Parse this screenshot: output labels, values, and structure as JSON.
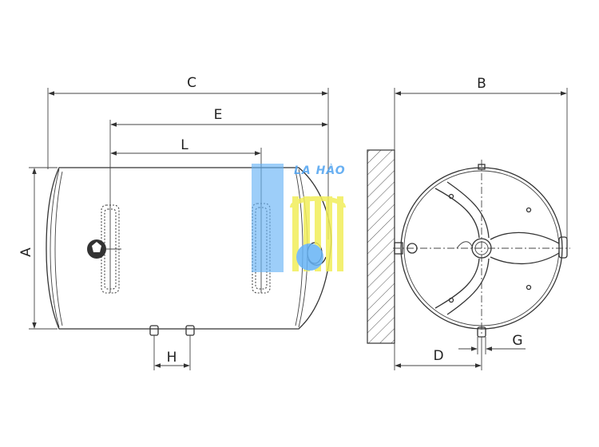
{
  "dimensions": {
    "A": "A",
    "B": "B",
    "C": "C",
    "D": "D",
    "E": "E",
    "G": "G",
    "H": "H",
    "L": "L"
  },
  "watermark": {
    "text": "LA HÀO",
    "logo_colors": [
      "#66b3f5",
      "#f2ee5a"
    ]
  },
  "icons": {
    "arrowheads": "dimension-arrow",
    "hatch": "wall-hatch"
  }
}
